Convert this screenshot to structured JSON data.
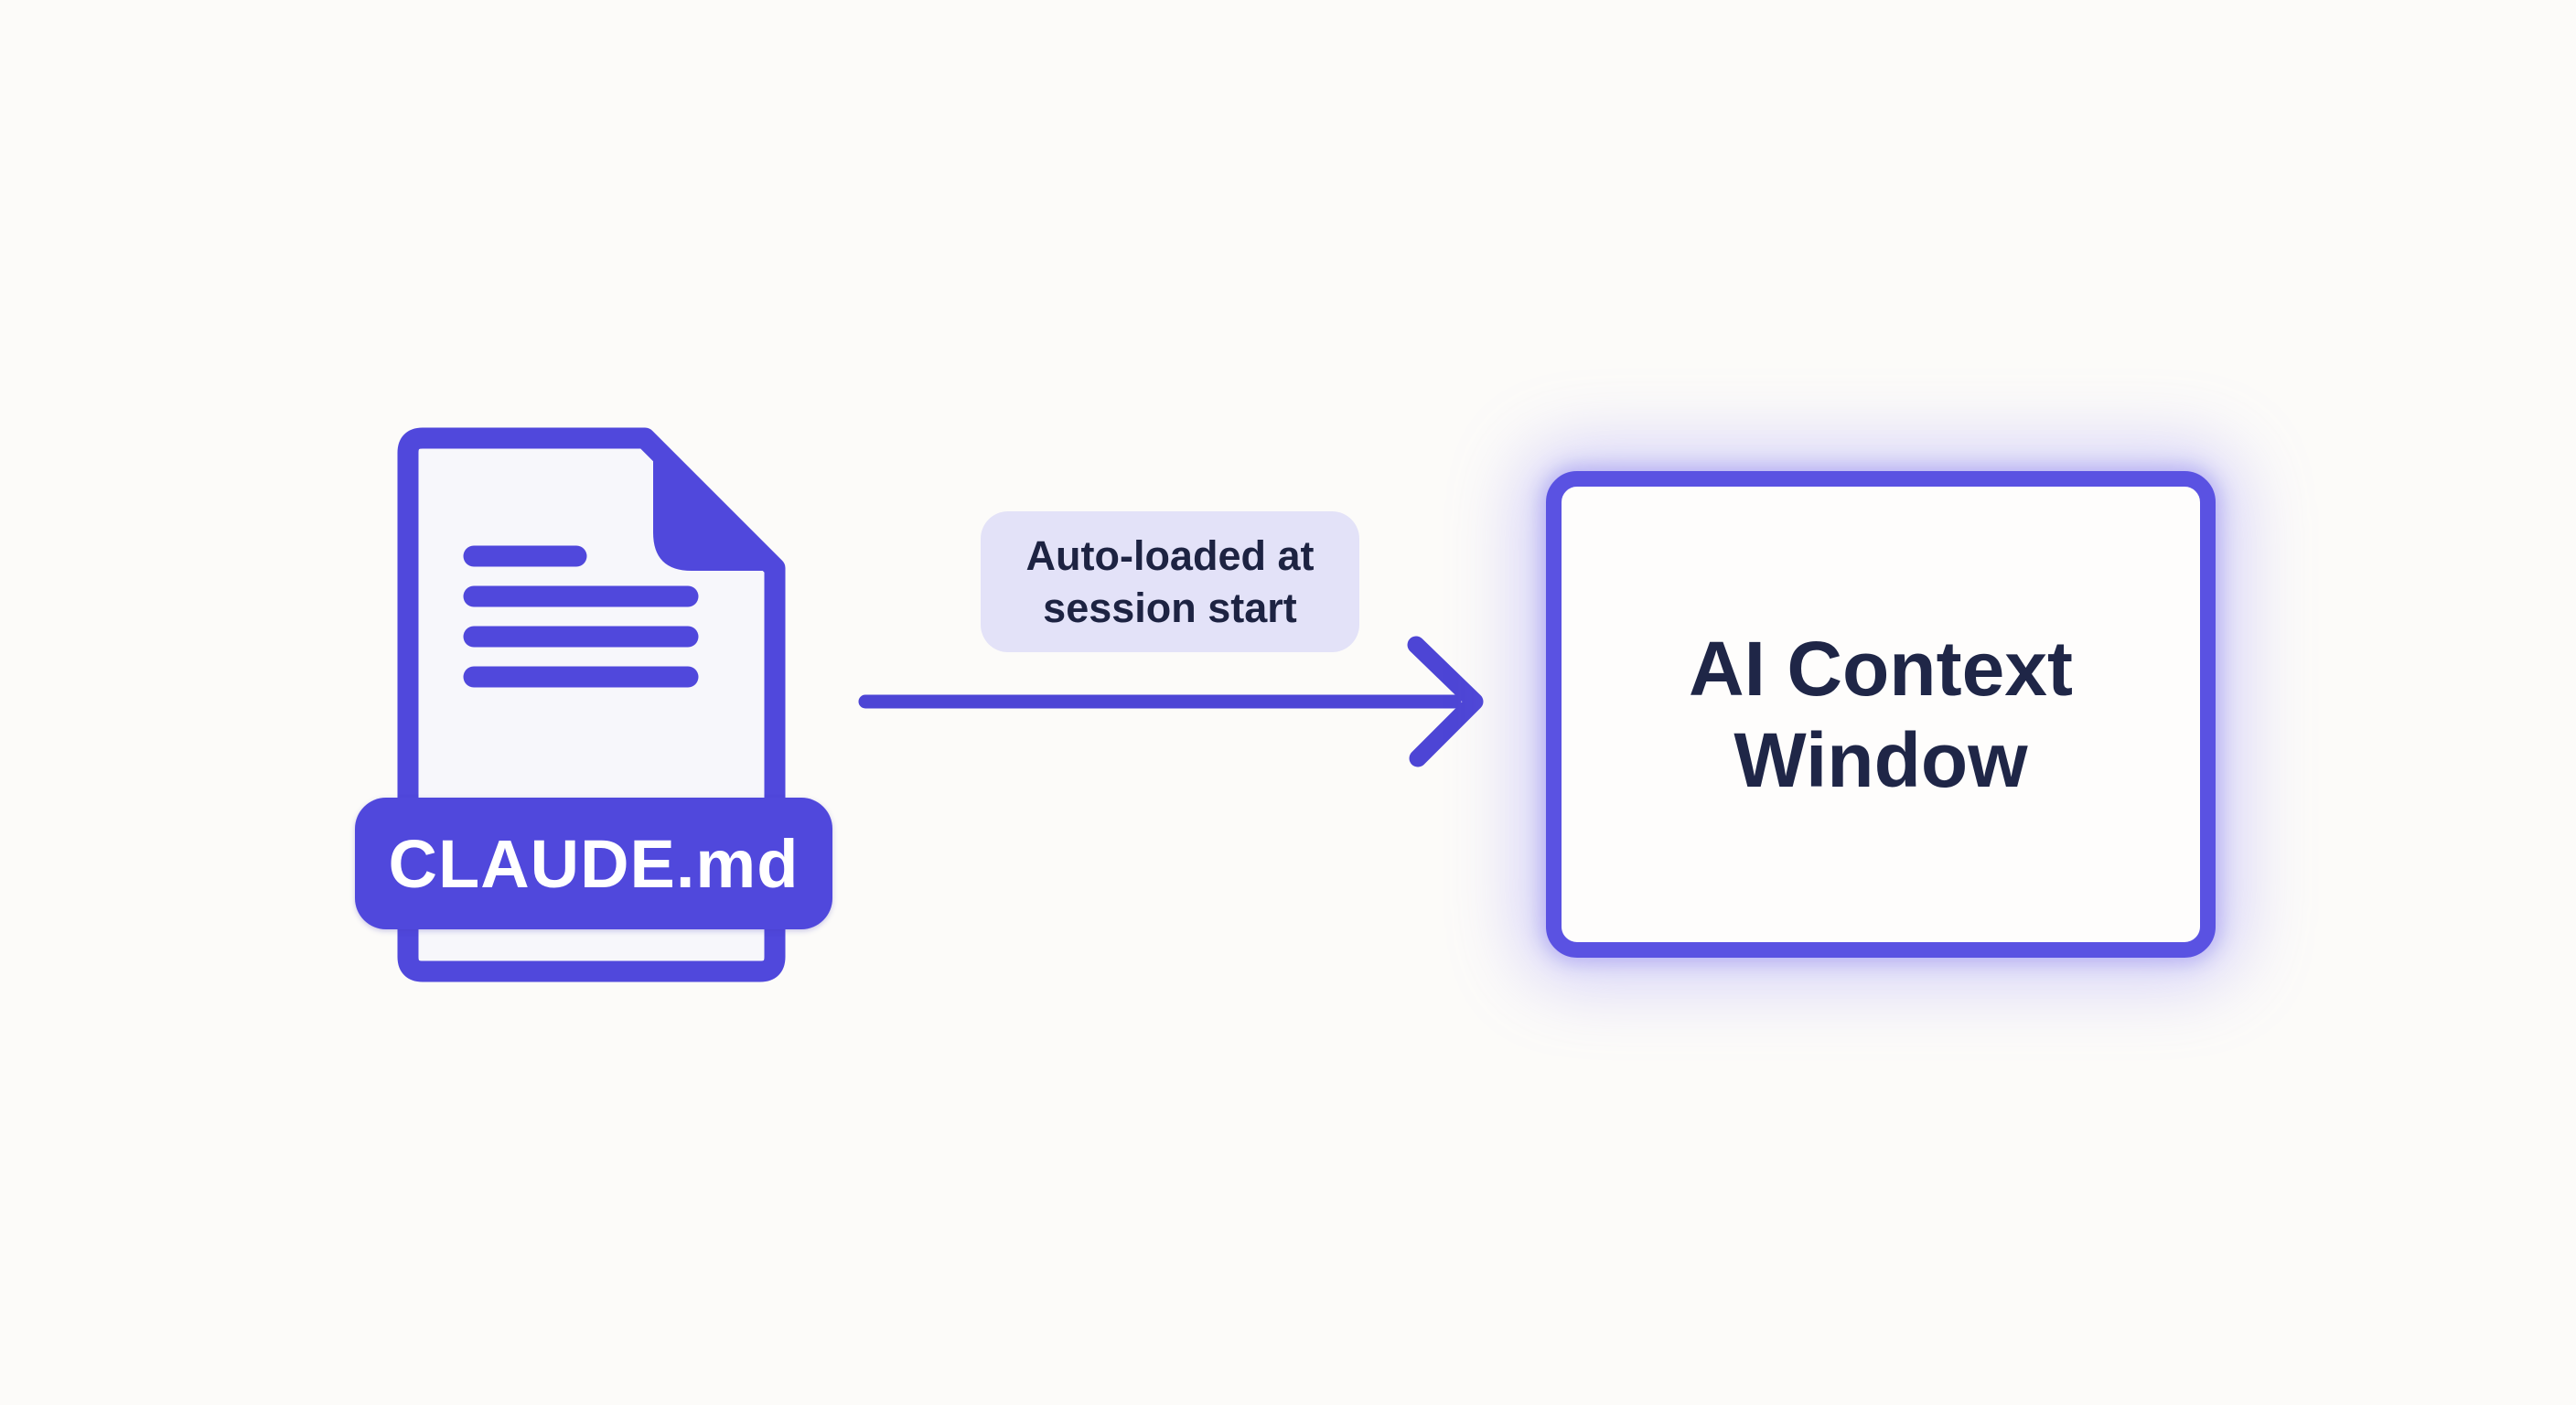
{
  "page": {
    "background_color": "#fcfbf9"
  },
  "colors": {
    "primary_purple": "#5048dc",
    "arrow_purple": "#4d45d5",
    "box_border_purple": "#5a52e2",
    "box_glow": "rgba(150,143,245,0.4)",
    "pill_background": "#e3e2f8",
    "dark_navy_text": "#1d2342",
    "sheet_fill": "#f7f7fb",
    "badge_text_color": "#ffffff"
  },
  "file_icon": {
    "label": "CLAUDE.md",
    "type": "markdown-document",
    "text_line_count": 4
  },
  "arrow": {
    "label": "Auto-loaded at\nsession start",
    "direction": "right"
  },
  "context_box": {
    "title": "AI Context\nWindow"
  }
}
